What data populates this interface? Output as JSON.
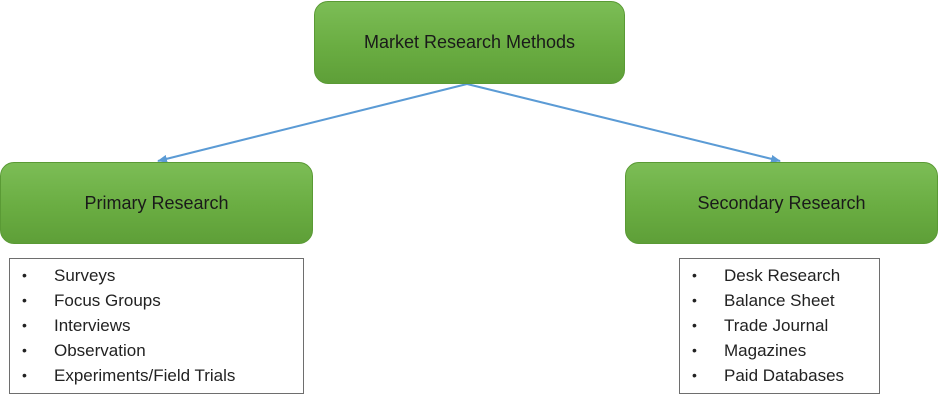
{
  "diagram": {
    "root": {
      "label": "Market Research Methods"
    },
    "branches": [
      {
        "label": "Primary Research",
        "items": [
          "Surveys",
          "Focus Groups",
          "Interviews",
          "Observation",
          "Experiments/Field Trials"
        ]
      },
      {
        "label": "Secondary Research",
        "items": [
          "Desk Research",
          "Balance Sheet",
          "Trade Journal",
          "Magazines",
          "Paid Databases"
        ]
      }
    ],
    "bullet_glyph": "•"
  },
  "colors": {
    "node_fill": "#6aad42",
    "node_border": "#5a9a35",
    "connector": "#5b9bd5",
    "list_border": "#6e6e6e"
  }
}
